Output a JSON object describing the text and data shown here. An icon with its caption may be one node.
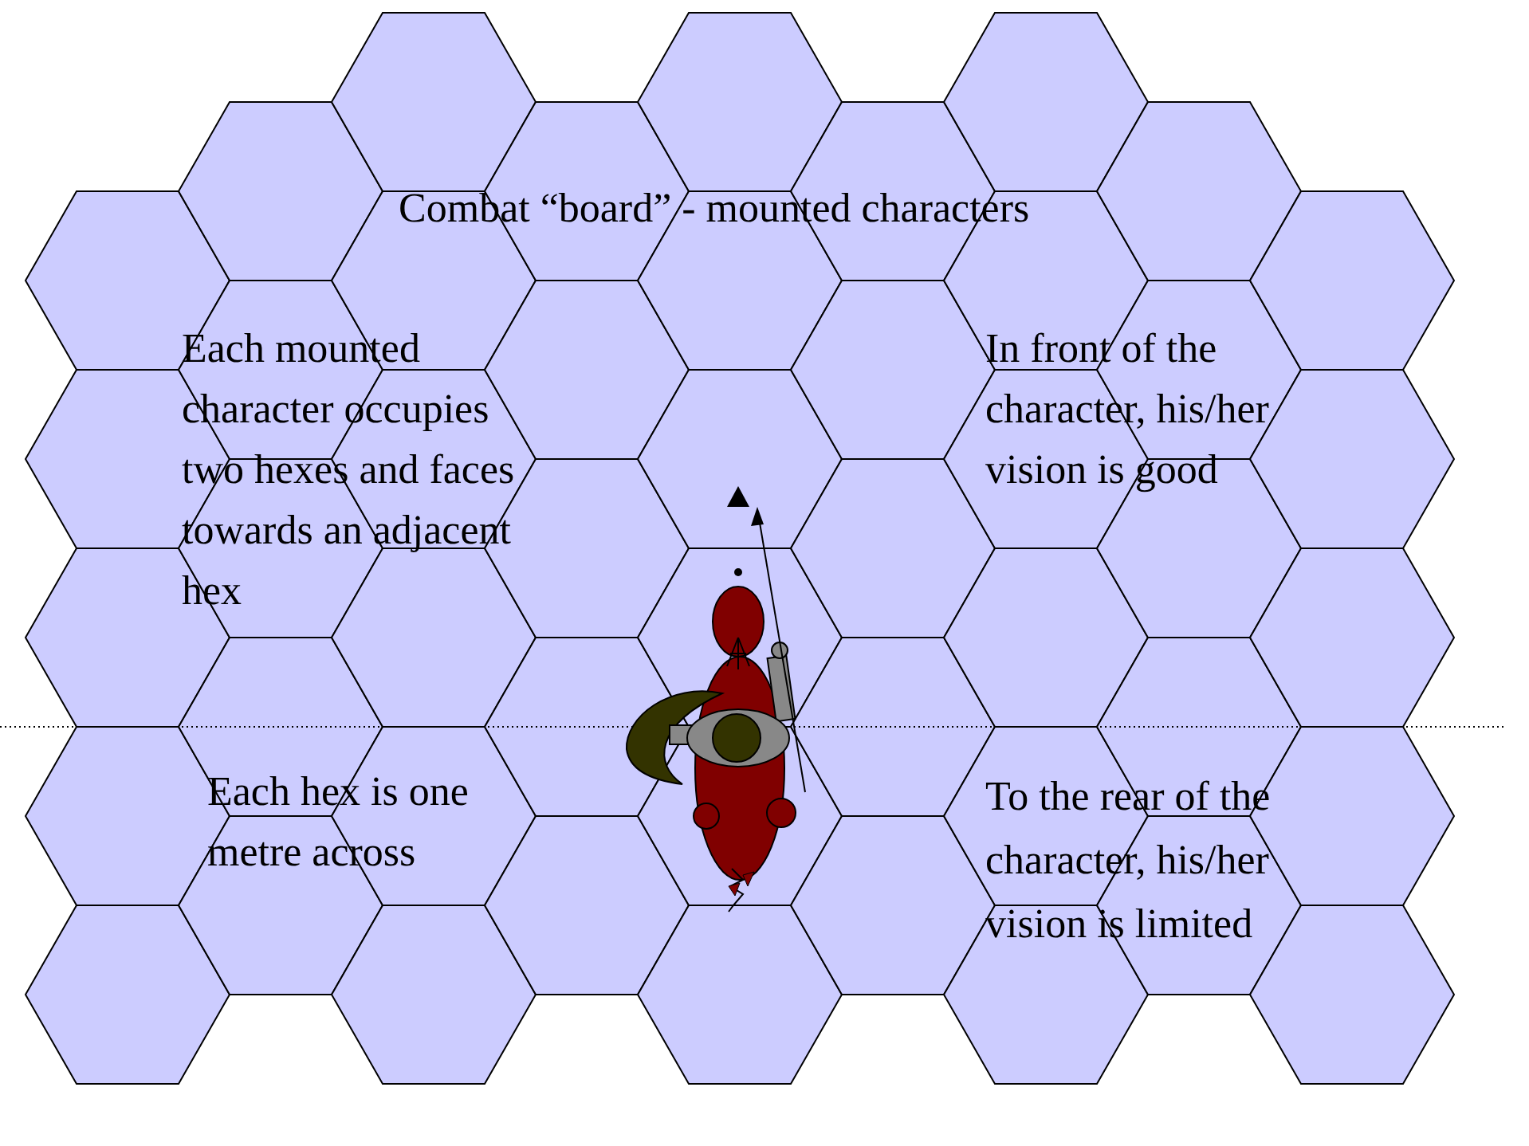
{
  "diagram": {
    "title": "Combat “board” - mounted characters",
    "labels": [
      "Each mounted character occupies two hexes and faces towards an adjacent hex",
      "In front of the character, his/her vision is good",
      "Each hex is one metre across",
      "To the rear of the character, his/her vision is limited"
    ]
  }
}
